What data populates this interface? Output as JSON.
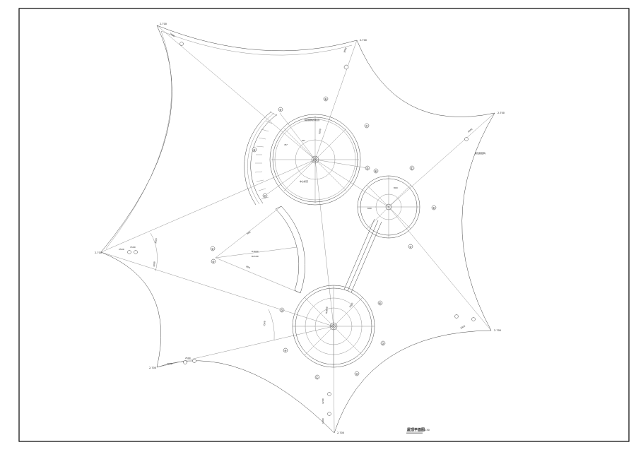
{
  "drawing": {
    "title": "屋顶平面图",
    "scale": "1:30",
    "note_right": "柔性膜结构",
    "note_top_circle": "柱顶钢构件标高:",
    "note_center": "中心标高",
    "mast_labels": [
      "2.700",
      "2.700",
      "2.700",
      "2.700",
      "2.700",
      "2.700",
      "2.700"
    ],
    "bubbles": [
      "①",
      "②",
      "③",
      "④",
      "⑤",
      "⑥",
      "⑦",
      "⑧"
    ],
    "dimensions": [
      "3600",
      "4200",
      "2400",
      "3000",
      "1800",
      "2500",
      "R1600",
      "R2100",
      "R3600",
      "5400",
      "2000",
      "1500",
      "800",
      "600",
      "45°",
      "60°"
    ]
  }
}
